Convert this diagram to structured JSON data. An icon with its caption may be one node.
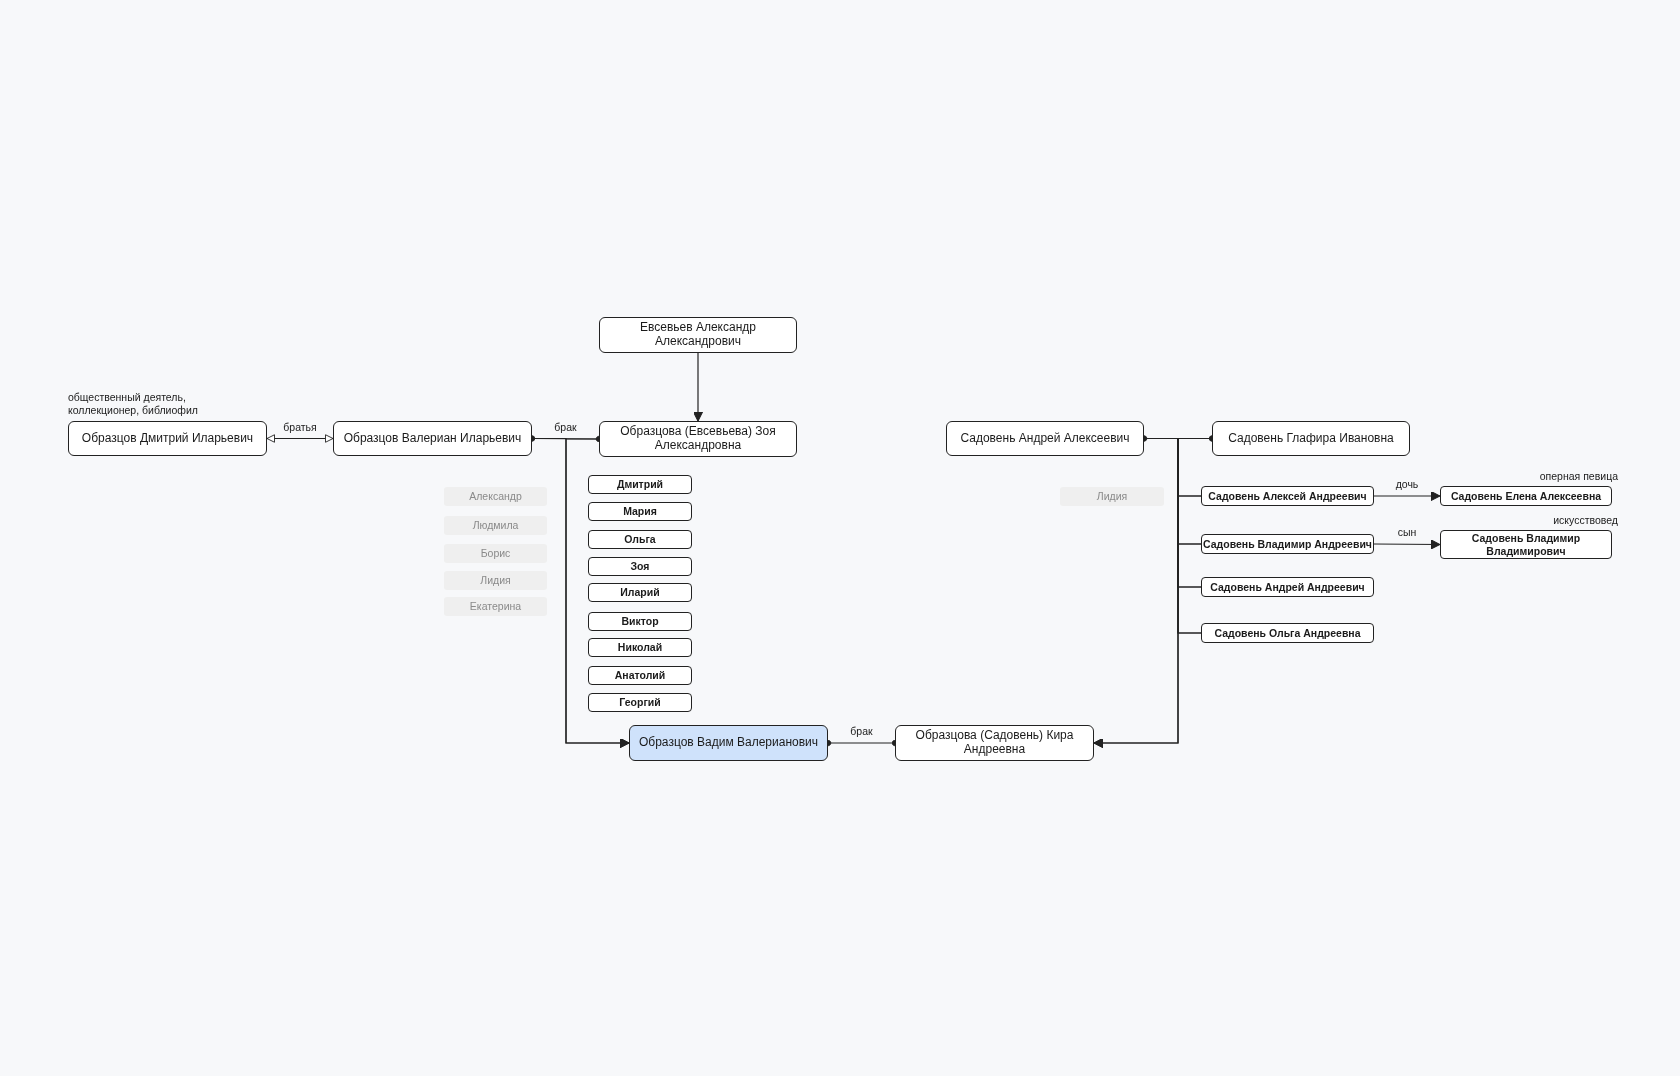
{
  "diagram": {
    "nodes": [
      {
        "text": [
          "Евсевьев Александр Александрович"
        ]
      },
      {
        "text": [
          "Образцов Дмитрий Иларьевич"
        ],
        "beside": [
          "общественный деятель, коллекционер, библиофил"
        ]
      },
      {
        "text": [
          "Образцов Валериан Иларьевич"
        ]
      },
      {
        "text": [
          "Образцова (Евсевьева) Зоя Александровна"
        ]
      },
      {
        "text": [
          "Садовень Андрей Алексеевич"
        ]
      },
      {
        "text": [
          "Садовень Глафира Ивановна"
        ]
      },
      {
        "text": [
          "Александр"
        ]
      },
      {
        "text": [
          "Людмила"
        ]
      },
      {
        "text": [
          "Борис"
        ]
      },
      {
        "text": [
          "Лидия"
        ]
      },
      {
        "text": [
          "Екатерина"
        ]
      },
      {
        "text": [
          "Дмитрий"
        ]
      },
      {
        "text": [
          "Мария"
        ]
      },
      {
        "text": [
          "Ольга"
        ]
      },
      {
        "text": [
          "Зоя"
        ]
      },
      {
        "text": [
          "Иларий"
        ]
      },
      {
        "text": [
          "Виктор"
        ]
      },
      {
        "text": [
          "Николай"
        ]
      },
      {
        "text": [
          "Анатолий"
        ]
      },
      {
        "text": [
          "Георгий"
        ]
      },
      {
        "text": [
          "Лидия"
        ]
      },
      {
        "text": [
          "Садовень Алексей Андреевич"
        ]
      },
      {
        "text": [
          "Садовень Елена Алексеевна"
        ],
        "beside": [
          "оперная певица"
        ]
      },
      {
        "text": [
          "Садовень Владимир Андреевич"
        ]
      },
      {
        "text": [
          "Садовень Владимир Владимирович"
        ],
        "beside": [
          "искусствовед"
        ]
      },
      {
        "text": [
          "Садовень Андрей Андреевич"
        ]
      },
      {
        "text": [
          "Садовень Ольга Андреевна"
        ]
      },
      {
        "text": [
          "Образцов Вадим Валерианович"
        ]
      },
      {
        "text": [
          "Образцова (Садовень) Кира Андреевна"
        ]
      }
    ],
    "edges": [
      {
        "from": 0,
        "to": 3,
        "arrow": "to"
      },
      {
        "from": 1,
        "to": 2,
        "arrow": "both",
        "label": "братья"
      },
      {
        "from": 2,
        "to": 3,
        "arrow": "other",
        "label": "брак"
      },
      {
        "from": 2,
        "to": 27,
        "arrow": "to"
      },
      {
        "from": 3,
        "to": 27,
        "arrow": "to"
      },
      {
        "from": 4,
        "to": 5,
        "arrow": "other"
      },
      {
        "from": 4,
        "to": 21,
        "arrow": "none"
      },
      {
        "from": 4,
        "to": 23,
        "arrow": "none"
      },
      {
        "from": 4,
        "to": 25,
        "arrow": "none"
      },
      {
        "from": 4,
        "to": 26,
        "arrow": "none"
      },
      {
        "from": 4,
        "to": 28,
        "arrow": "to"
      },
      {
        "from": 5,
        "to": 21,
        "arrow": "none"
      },
      {
        "from": 5,
        "to": 23,
        "arrow": "none"
      },
      {
        "from": 5,
        "to": 25,
        "arrow": "none"
      },
      {
        "from": 5,
        "to": 26,
        "arrow": "none"
      },
      {
        "from": 5,
        "to": 28,
        "arrow": "to"
      },
      {
        "from": 27,
        "to": 28,
        "arrow": "other",
        "label": "брак"
      },
      {
        "from": 21,
        "to": 22,
        "arrow": "to",
        "label": "дочь"
      },
      {
        "from": 23,
        "to": 24,
        "arrow": "to",
        "label": "сын"
      }
    ]
  }
}
